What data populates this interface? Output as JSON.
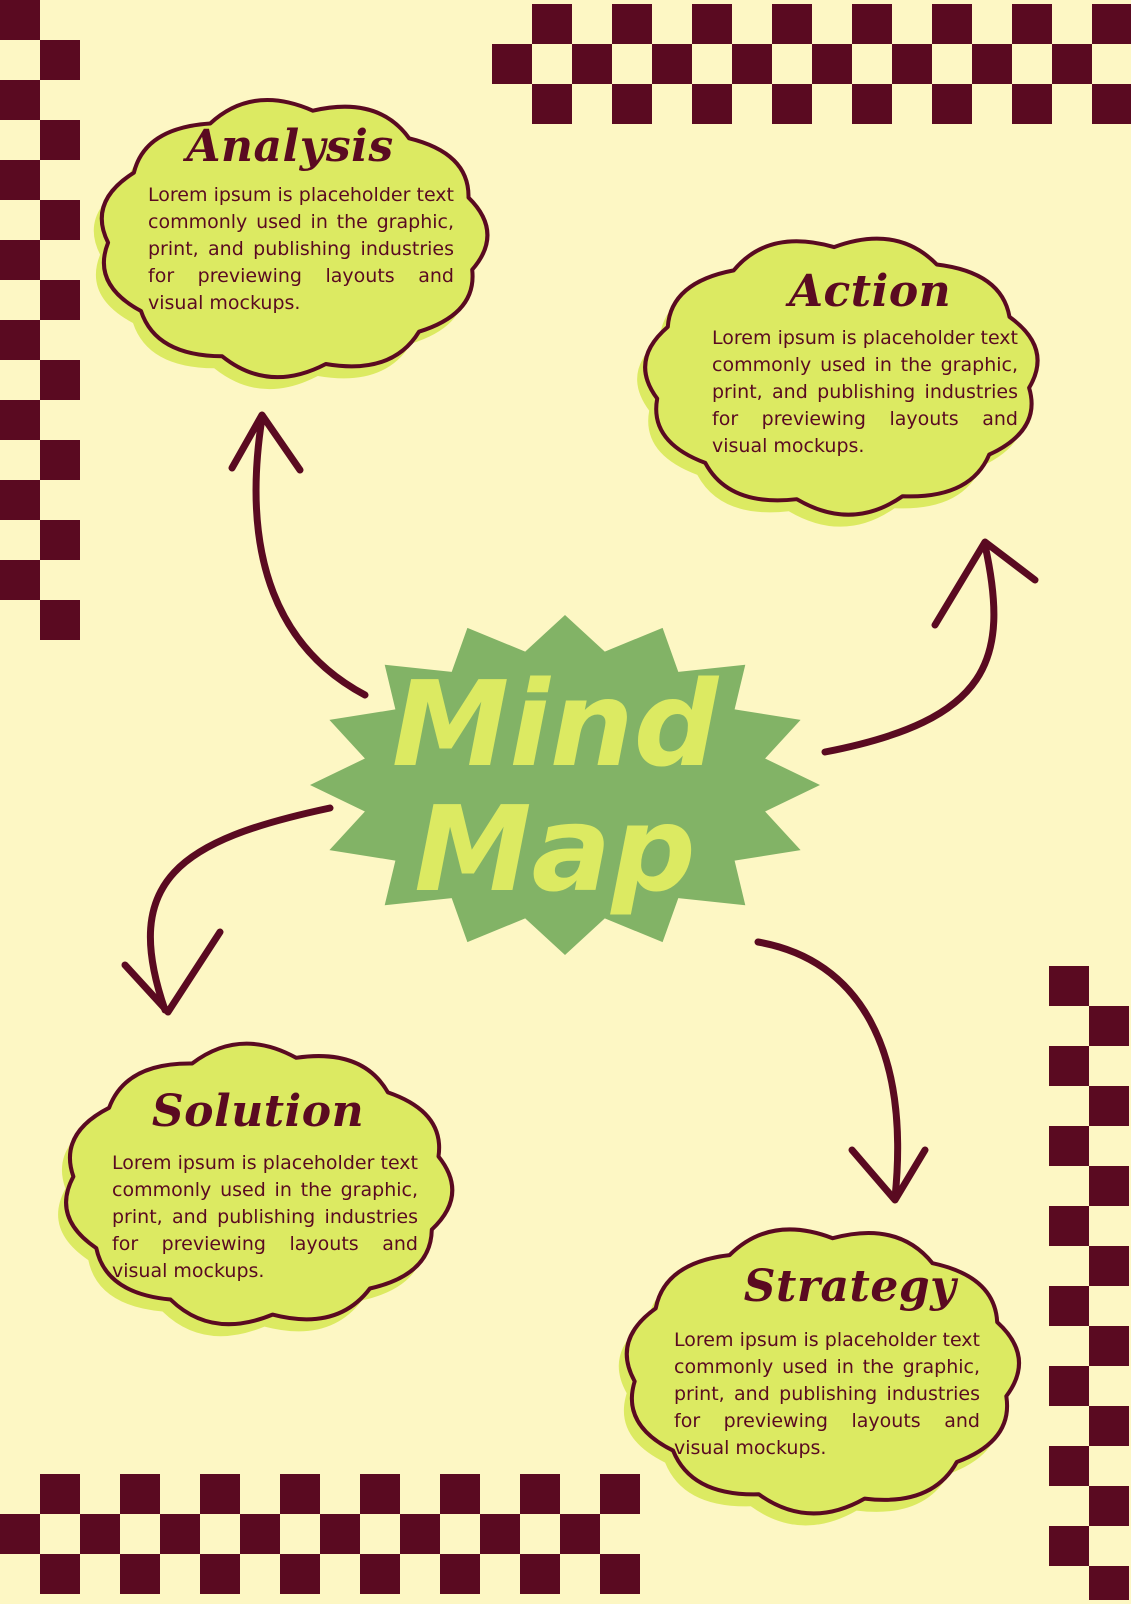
{
  "center": {
    "line1": "Mind",
    "line2": "Map"
  },
  "nodes": [
    {
      "id": "analysis",
      "title": "Analysis",
      "body": "Lorem ipsum is placeholder text commonly used in the graphic, print, and publishing industries for previewing layouts and visual mockups."
    },
    {
      "id": "action",
      "title": "Action",
      "body": "Lorem ipsum is placeholder text commonly used in the graphic, print, and publishing industries for previewing layouts and visual mockups."
    },
    {
      "id": "solution",
      "title": "Solution",
      "body": "Lorem ipsum is placeholder text commonly used in the graphic, print, and publishing industries for previewing layouts and visual mockups."
    },
    {
      "id": "strategy",
      "title": "Strategy",
      "body": "Lorem ipsum is placeholder text commonly used in the graphic, print, and publishing industries for previewing layouts and visual mockups."
    }
  ],
  "colors": {
    "background": "#fdf7c4",
    "maroon": "#5a0a21",
    "cloud_fill": "#dcea62",
    "center_fill": "#82b366",
    "center_text": "#dcea62"
  }
}
